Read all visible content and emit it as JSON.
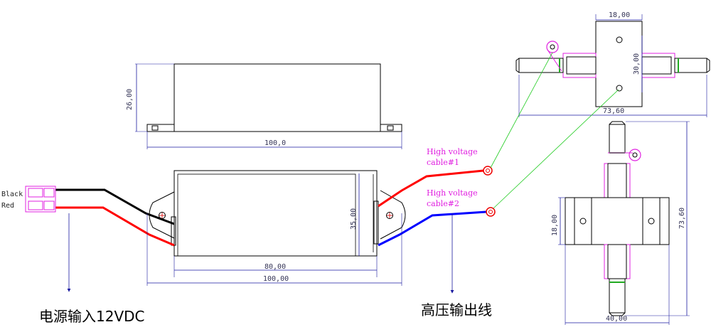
{
  "dimensions": {
    "top_height": "26,00",
    "top_width": "100,0",
    "body_length": "80,00",
    "body_height": "35,00",
    "total_length": "100,00",
    "right_top_width": "18,00",
    "right_top_height": "30,00",
    "right_top_total": "73,60",
    "right_bottom_height": "18,00",
    "right_bottom_total": "73,60",
    "right_bottom_width": "40,00"
  },
  "labels": {
    "wire_black": "Black",
    "wire_red": "Red",
    "hv1_line1": "High voltage",
    "hv1_line2": "cable#1",
    "hv2_line1": "High voltage",
    "hv2_line2": "cable#2",
    "input_caption": "电源输入12VDC",
    "output_caption": "高压输出线"
  },
  "colors": {
    "outline": "#000000",
    "dimension": "#1a1aa0",
    "magenta": "#e020e0",
    "red_wire": "#ff0000",
    "black_wire": "#000000",
    "blue_wire": "#0000ff",
    "leader": "#22cc22"
  }
}
